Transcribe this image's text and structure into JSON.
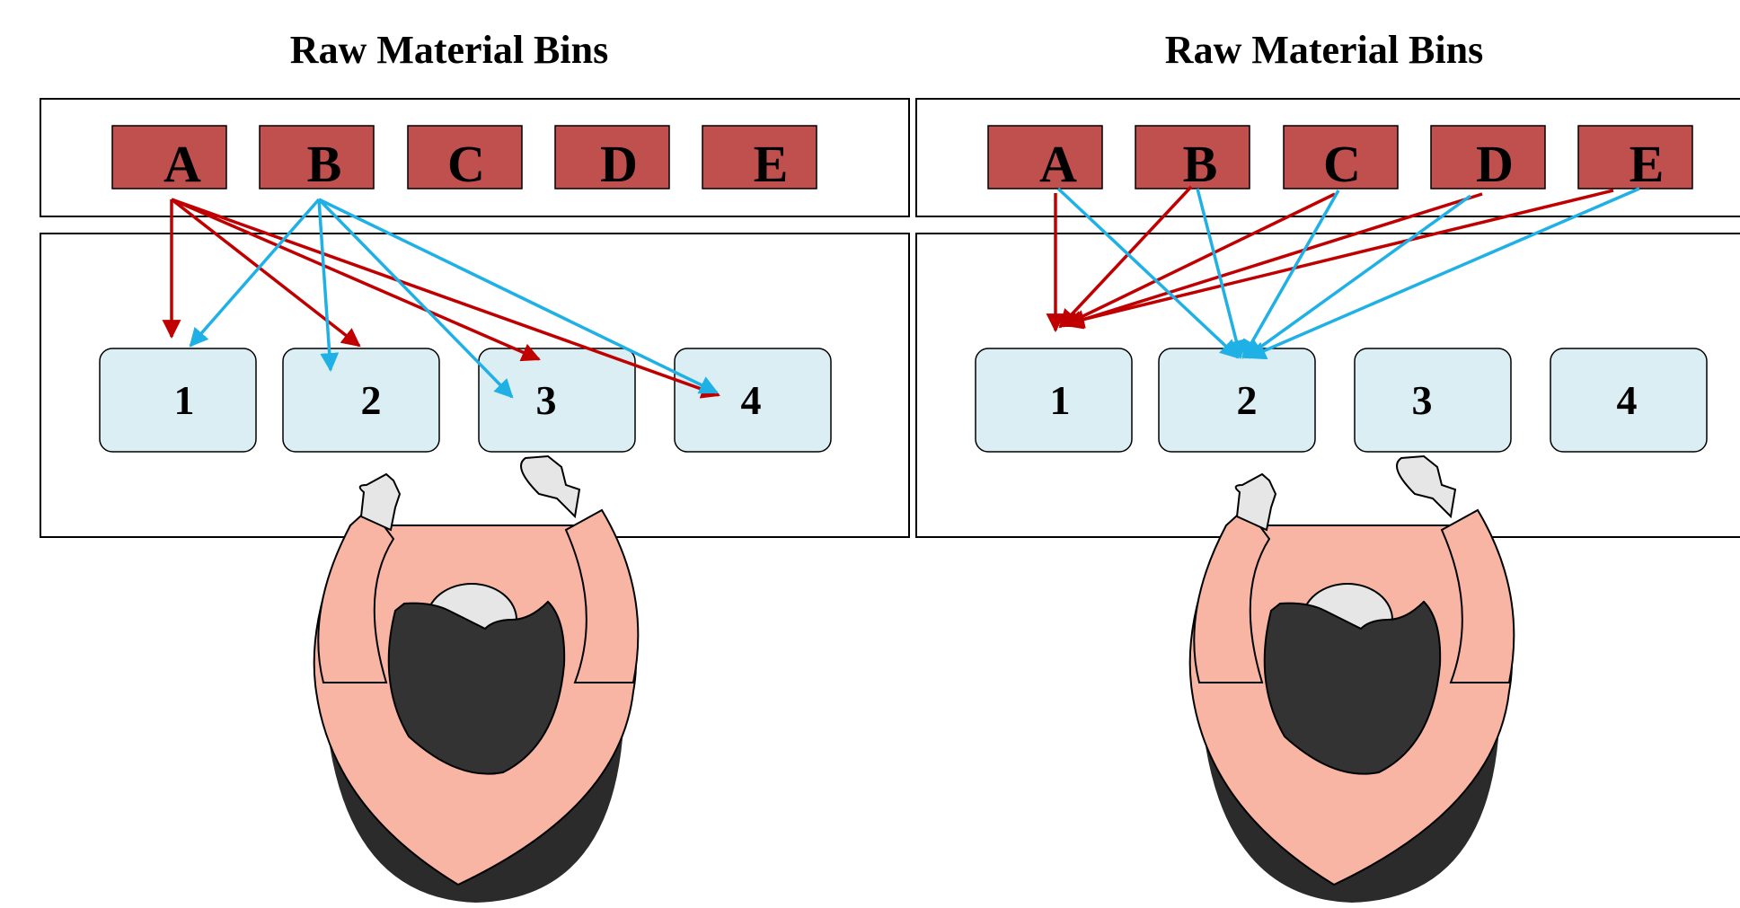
{
  "colors": {
    "bin_fill": "#c0504d",
    "station_fill": "#daeef3",
    "arrow_red": "#c00000",
    "arrow_blue": "#1fb0e6",
    "skin": "#f9b5a4",
    "hair": "#333333",
    "glove": "#e6e6e6"
  },
  "panels": [
    {
      "title": "Raw Material Bins",
      "bins": [
        "A",
        "B",
        "C",
        "D",
        "E"
      ],
      "stations": [
        "1",
        "2",
        "3",
        "4"
      ],
      "flows": [
        {
          "from": "A",
          "to": "1",
          "color": "red"
        },
        {
          "from": "A",
          "to": "2",
          "color": "red"
        },
        {
          "from": "A",
          "to": "3",
          "color": "red"
        },
        {
          "from": "A",
          "to": "4",
          "color": "red"
        },
        {
          "from": "B",
          "to": "1",
          "color": "blue"
        },
        {
          "from": "B",
          "to": "2",
          "color": "blue"
        },
        {
          "from": "B",
          "to": "3",
          "color": "blue"
        },
        {
          "from": "B",
          "to": "4",
          "color": "blue"
        }
      ]
    },
    {
      "title": "Raw Material Bins",
      "bins": [
        "A",
        "B",
        "C",
        "D",
        "E"
      ],
      "stations": [
        "1",
        "2",
        "3",
        "4"
      ],
      "flows": [
        {
          "from": "A",
          "to": "1",
          "color": "red"
        },
        {
          "from": "B",
          "to": "1",
          "color": "red"
        },
        {
          "from": "C",
          "to": "1",
          "color": "red"
        },
        {
          "from": "D",
          "to": "1",
          "color": "red"
        },
        {
          "from": "E",
          "to": "1",
          "color": "red"
        },
        {
          "from": "A",
          "to": "2",
          "color": "blue"
        },
        {
          "from": "B",
          "to": "2",
          "color": "blue"
        },
        {
          "from": "C",
          "to": "2",
          "color": "blue"
        },
        {
          "from": "D",
          "to": "2",
          "color": "blue"
        },
        {
          "from": "E",
          "to": "2",
          "color": "blue"
        }
      ]
    }
  ]
}
